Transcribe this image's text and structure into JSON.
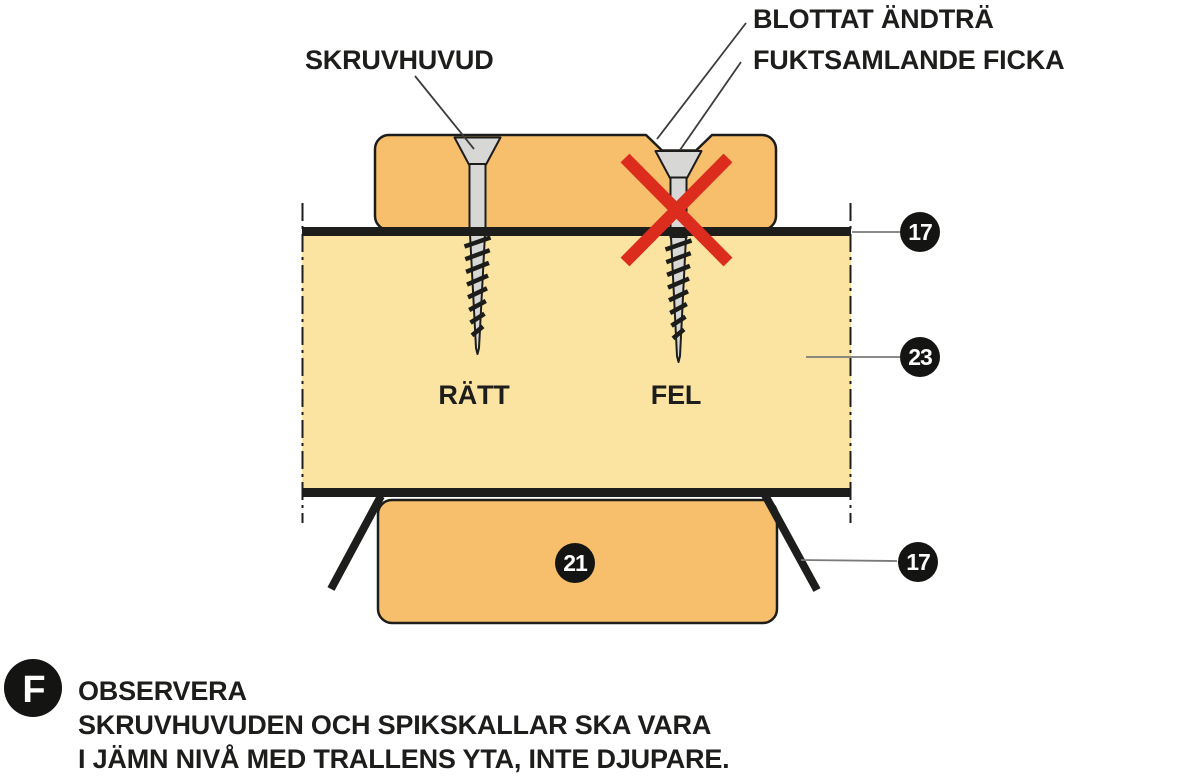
{
  "labels": {
    "screw_head": "SKRUVHUVUD",
    "exposed_end_grain": "BLOTTAT ÄNDTRÄ",
    "moisture_pocket": "FUKTSAMLANDE FICKA",
    "correct": "RÄTT",
    "wrong": "FEL"
  },
  "callouts": {
    "top_right": "17",
    "mid_right": "23",
    "bottom_right": "17",
    "bottom_board": "21"
  },
  "note": {
    "badge": "F",
    "title": "OBSERVERA",
    "line1": "SKRUVHUVUDEN OCH SPIKSKALLAR SKA VARA",
    "line2": "I JÄMN NIVÅ MED TRALLENS YTA, INTE DJUPARE."
  },
  "colors": {
    "deck_board": "#f7be6b",
    "joist": "#fbe3a2",
    "cross_red": "#dc2c1e",
    "callout_bg": "#141412"
  }
}
